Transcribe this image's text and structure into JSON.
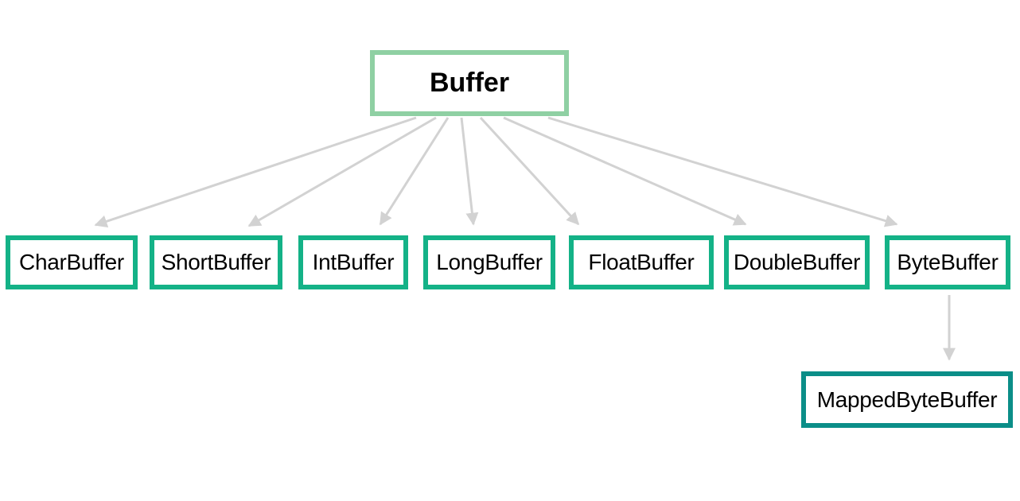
{
  "colors": {
    "background": "#ffffff",
    "root_border": "#8fd0a3",
    "child_border": "#14b287",
    "grandchild_border": "#0b8e88",
    "arrow": "#d2d2d2",
    "text": "#000000"
  },
  "nodes": {
    "root": {
      "label": "Buffer"
    },
    "children": [
      {
        "label": "CharBuffer"
      },
      {
        "label": "ShortBuffer"
      },
      {
        "label": "IntBuffer"
      },
      {
        "label": "LongBuffer"
      },
      {
        "label": "FloatBuffer"
      },
      {
        "label": "DoubleBuffer"
      },
      {
        "label": "ByteBuffer"
      }
    ],
    "grandchild": {
      "label": "MappedByteBuffer"
    }
  }
}
